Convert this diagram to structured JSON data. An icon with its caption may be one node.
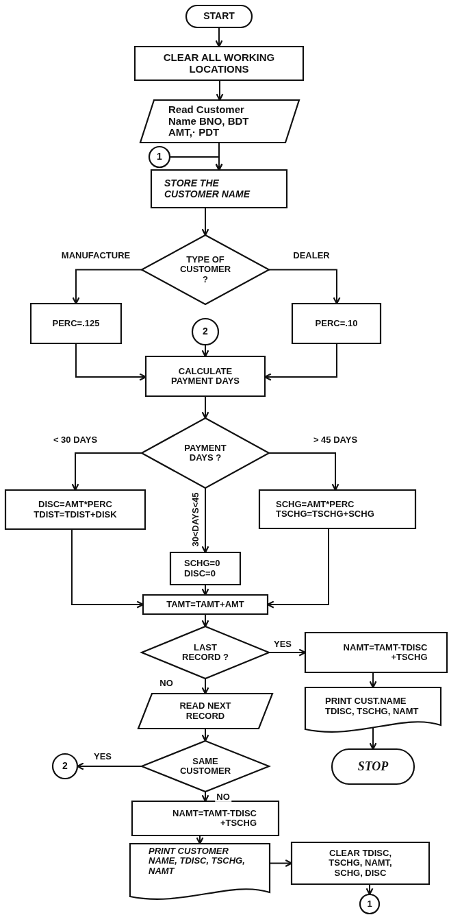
{
  "diagram": {
    "nodes": [
      {
        "text": [
          "START"
        ]
      },
      {
        "text": [
          "CLEAR ALL WORKING LOCATIONS"
        ]
      },
      {
        "text": [
          "Read Customer Name BNO, BDT AMT,· PDT"
        ]
      },
      {
        "text": [
          "1"
        ]
      },
      {
        "text": [
          "STORE THE CUSTOMER NAME"
        ]
      },
      {
        "text": [
          "TYPE OF CUSTOMER ?"
        ]
      },
      {
        "text": [
          "PERC=.125"
        ]
      },
      {
        "text": [
          "PERC=.10"
        ]
      },
      {
        "text": [
          "2"
        ]
      },
      {
        "text": [
          "CALCULATE PAYMENT DAYS"
        ]
      },
      {
        "text": [
          "PAYMENT DAYS ?"
        ]
      },
      {
        "text": [
          "DISC=AMT*PERC TDIST=TDIST+DISK"
        ]
      },
      {
        "text": [
          "SCHG=AMT*PERC TSCHG=TSCHG+SCHG"
        ]
      },
      {
        "text": [
          "SCHG=0 DISC=0"
        ]
      },
      {
        "text": [
          "TAMT=TAMT+AMT"
        ]
      },
      {
        "text": [
          "LAST RECORD ?"
        ]
      },
      {
        "text": [
          "NAMT=TAMT-TDISC +TSCHG"
        ]
      },
      {
        "text": [
          "PRINT CUST.NAME TDISC, TSCHG, NAMT"
        ]
      },
      {
        "text": [
          "STOP"
        ]
      },
      {
        "text": [
          "READ NEXT RECORD"
        ]
      },
      {
        "text": [
          "SAME CUSTOMER"
        ]
      },
      {
        "text": [
          "2"
        ]
      },
      {
        "text": [
          "NAMT=TAMT-TDISC +TSCHG"
        ]
      },
      {
        "text": [
          "PRINT CUSTOMER NAME, TDISC, TSCHG, NAMT"
        ]
      },
      {
        "text": [
          "CLEAR TDISC, TSCHG, NAMT, SCHG, DISC"
        ]
      },
      {
        "text": [
          "1"
        ]
      }
    ],
    "edges": [
      {
        "from": 0,
        "to": 1,
        "arrow": "to"
      },
      {
        "from": 1,
        "to": 2,
        "arrow": "to"
      },
      {
        "from": 2,
        "to": 4,
        "arrow": "to"
      },
      {
        "from": 3,
        "to": 4,
        "arrow": "to"
      },
      {
        "from": 4,
        "to": 5,
        "arrow": "to"
      },
      {
        "from": 5,
        "to": 6,
        "arrow": "to",
        "label": "MANUFACTURE"
      },
      {
        "from": 5,
        "to": 7,
        "arrow": "to",
        "label": "DEALER"
      },
      {
        "from": 6,
        "to": 9,
        "arrow": "to"
      },
      {
        "from": 7,
        "to": 9,
        "arrow": "to"
      },
      {
        "from": 8,
        "to": 9,
        "arrow": "to"
      },
      {
        "from": 9,
        "to": 10,
        "arrow": "to"
      },
      {
        "from": 10,
        "to": 11,
        "arrow": "to",
        "label": "< 30 DAYS"
      },
      {
        "from": 10,
        "to": 12,
        "arrow": "to",
        "label": "> 45 DAYS"
      },
      {
        "from": 10,
        "to": 13,
        "arrow": "to",
        "label": "30<DAYS<45"
      },
      {
        "from": 11,
        "to": 14,
        "arrow": "to"
      },
      {
        "from": 13,
        "to": 14,
        "arrow": "to"
      },
      {
        "from": 12,
        "to": 14,
        "arrow": "to"
      },
      {
        "from": 14,
        "to": 15,
        "arrow": "to"
      },
      {
        "from": 15,
        "to": 16,
        "arrow": "to",
        "label": "YES"
      },
      {
        "from": 15,
        "to": 19,
        "arrow": "to",
        "label": "NO"
      },
      {
        "from": 16,
        "to": 17,
        "arrow": "to"
      },
      {
        "from": 17,
        "to": 18,
        "arrow": "to"
      },
      {
        "from": 19,
        "to": 20,
        "arrow": "to"
      },
      {
        "from": 20,
        "to": 21,
        "arrow": "to",
        "label": "YES"
      },
      {
        "from": 20,
        "to": 22,
        "arrow": "to",
        "label": "NO"
      },
      {
        "from": 22,
        "to": 23,
        "arrow": "to"
      },
      {
        "from": 23,
        "to": 24,
        "arrow": "to"
      },
      {
        "from": 24,
        "to": 25,
        "arrow": "to"
      }
    ]
  }
}
